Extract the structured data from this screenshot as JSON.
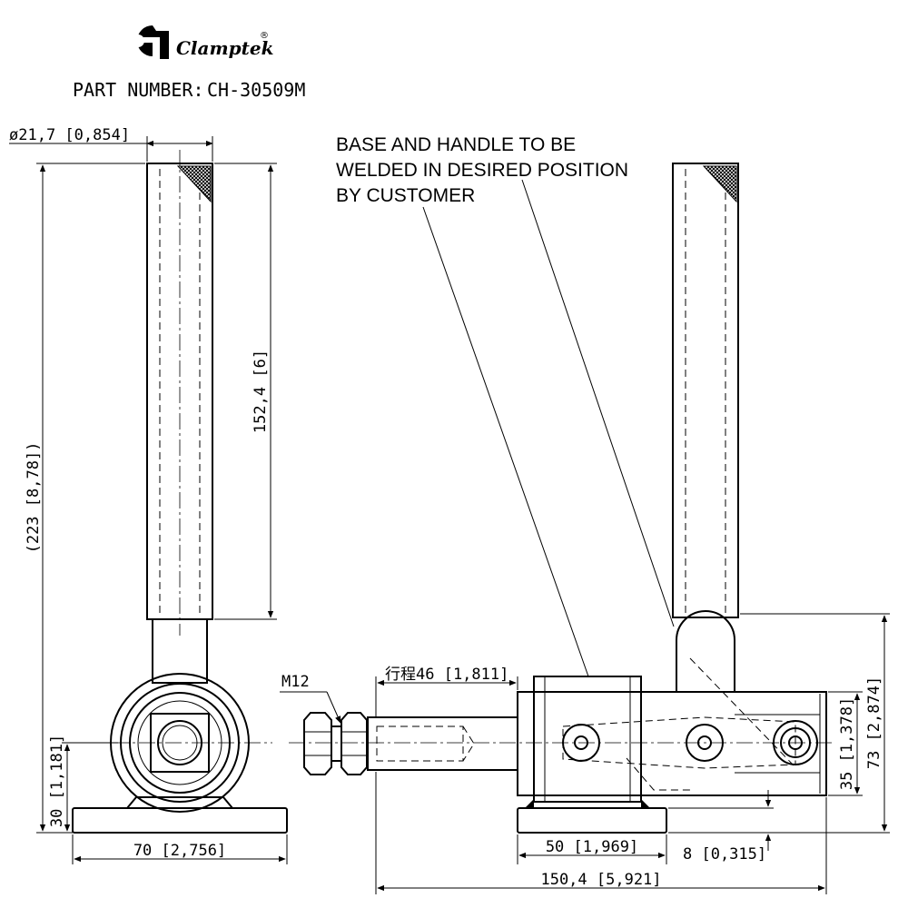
{
  "header": {
    "brand_name": "Clamptek",
    "registered_mark": "®",
    "part_number_label": "PART NUMBER:",
    "part_number_value": "CH-30509M"
  },
  "note": {
    "lines": [
      "BASE AND HANDLE TO BE",
      "WELDED IN DESIRED POSITION",
      "BY CUSTOMER"
    ]
  },
  "dimensions": {
    "handle_diameter": "ø21,7 [0,854]",
    "handle_length": "152,4 [6]",
    "overall_height": "(223 [8,78])",
    "center_height": "30 [1,181]",
    "base_width_front": "70 [2,756]",
    "thread": "M12",
    "stroke": "行程46 [1,811]",
    "base_width_side": "50 [1,969]",
    "base_thickness": "8 [0,315]",
    "overall_length": "150,4 [5,921]",
    "body_height": "35 [1,378]",
    "overall_height_side": "73 [2,874]"
  },
  "colors": {
    "ink": "#000000",
    "paper": "#ffffff"
  }
}
